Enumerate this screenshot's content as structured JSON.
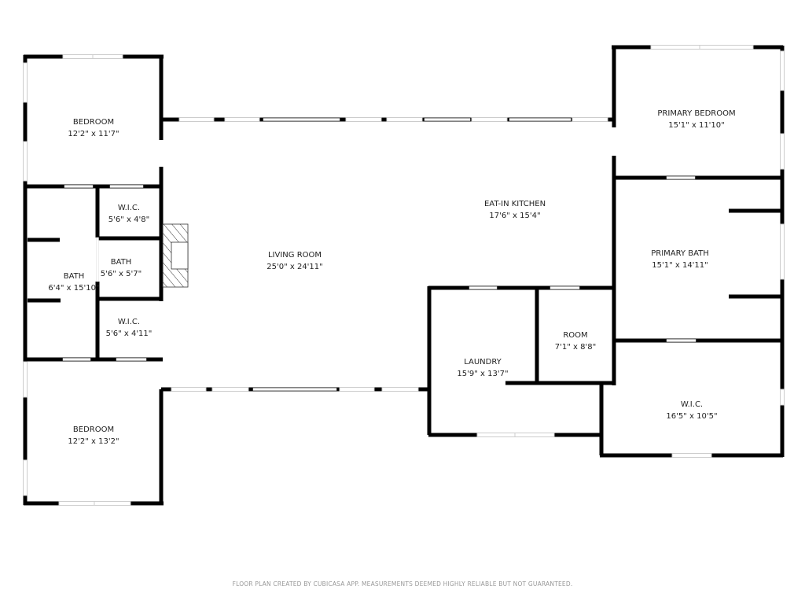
{
  "rooms": [
    {
      "name": "BEDROOM",
      "dims": "12'2\" x 11'7\""
    },
    {
      "name": "W.I.C.",
      "dims": "5'6\" x 4'8\""
    },
    {
      "name": "BATH",
      "dims": "5'6\" x 5'7\""
    },
    {
      "name": "BATH",
      "dims": "6'4\" x 15'10\""
    },
    {
      "name": "W.I.C.",
      "dims": "5'6\" x 4'11\""
    },
    {
      "name": "BEDROOM",
      "dims": "12'2\" x 13'2\""
    },
    {
      "name": "LIVING ROOM",
      "dims": "25'0\" x 24'11\""
    },
    {
      "name": "EAT-IN KITCHEN",
      "dims": "17'6\" x 15'4\""
    },
    {
      "name": "PRIMARY BEDROOM",
      "dims": "15'1\" x 11'10\""
    },
    {
      "name": "PRIMARY BATH",
      "dims": "15'1\" x 14'11\""
    },
    {
      "name": "ROOM",
      "dims": "7'1\" x 8'8\""
    },
    {
      "name": "LAUNDRY",
      "dims": "15'9\" x 13'7\""
    },
    {
      "name": "W.I.C.",
      "dims": "16'5\" x 10'5\""
    }
  ],
  "footer": "FLOOR PLAN CREATED BY CUBICASA APP. MEASUREMENTS DEEMED HIGHLY RELIABLE BUT NOT GUARANTEED.",
  "colors": {
    "wall": "#000000",
    "window": "#cccccc",
    "background": "#ffffff"
  }
}
